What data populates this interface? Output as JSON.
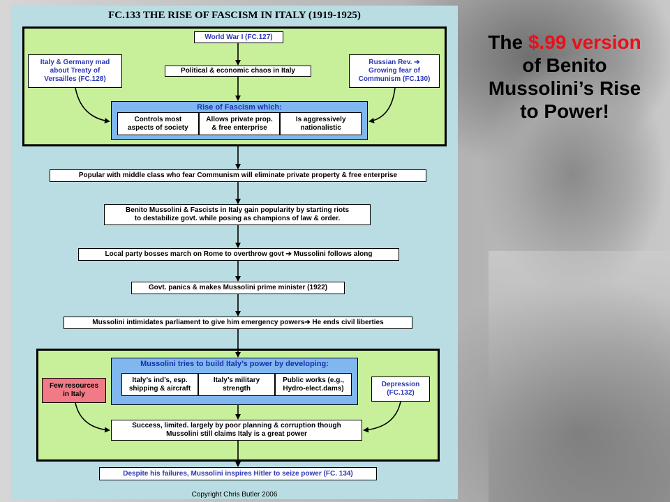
{
  "title_slide": {
    "line1_prefix": "The ",
    "line1_highlight": "$.99 version",
    "line2": "of Benito",
    "line3": "Mussolini’s Rise",
    "line4": "to Power!",
    "highlight_color": "#e8101a"
  },
  "flowchart": {
    "headline": "FC.133 THE RISE OF FASCISM IN ITALY (1919-1925)",
    "world_war": "World War I (FC.127)",
    "chaos": "Political & economic chaos in Italy",
    "italy_germany": [
      "Italy & Germany mad",
      "about Treaty of",
      "Versailles (FC.128)"
    ],
    "russian_rev": [
      "Russian Rev. ➔",
      "Growing fear of",
      "Communism (FC.130)"
    ],
    "rise_title": "Rise of Fascism which:",
    "rise_items": [
      [
        "Controls most",
        "aspects of society"
      ],
      [
        "Allows private prop.",
        "& free enterprise"
      ],
      [
        "Is aggressively",
        "nationalistic"
      ]
    ],
    "popular": "Popular with middle class who fear Communism will eliminate private property & free enterprise",
    "riots": [
      "Benito Mussolini & Fascists in Italy gain popularity by starting riots",
      "to destabilize govt. while posing as champions of law & order."
    ],
    "march": "Local party bosses march on Rome to overthrow govt ➔ Mussolini follows along",
    "panics": "Govt. panics & makes Mussolini prime minister (1922)",
    "intimidates": "Mussolini intimidates parliament to give him emergency powers➔ He ends civil liberties",
    "build_title": "Mussolini tries to build Italy’s power by developing:",
    "build_items": [
      [
        "Italy’s ind’s, esp.",
        "shipping & aircraft"
      ],
      [
        "Italy’s military",
        "strength"
      ],
      [
        "Public works (e.g.,",
        "Hydro-elect.dams)"
      ]
    ],
    "few_resources": [
      "Few resources",
      "in Italy"
    ],
    "depression": [
      "Depression",
      "(FC.132)"
    ],
    "success": [
      "Success, limited. largely by poor planning & corruption though",
      "Mussolini still claims Italy is a great power"
    ],
    "despite": "Despite his failures, Mussolini inspires Hitler to seize power (FC. 134)",
    "copyright": "Copyright Chris Butler 2006",
    "colors": {
      "panel": "#b9dde2",
      "group": "#c8f09a",
      "frame": "#7fb7ee",
      "pink": "#f07a85",
      "blue_text": "#2b36b5"
    }
  }
}
